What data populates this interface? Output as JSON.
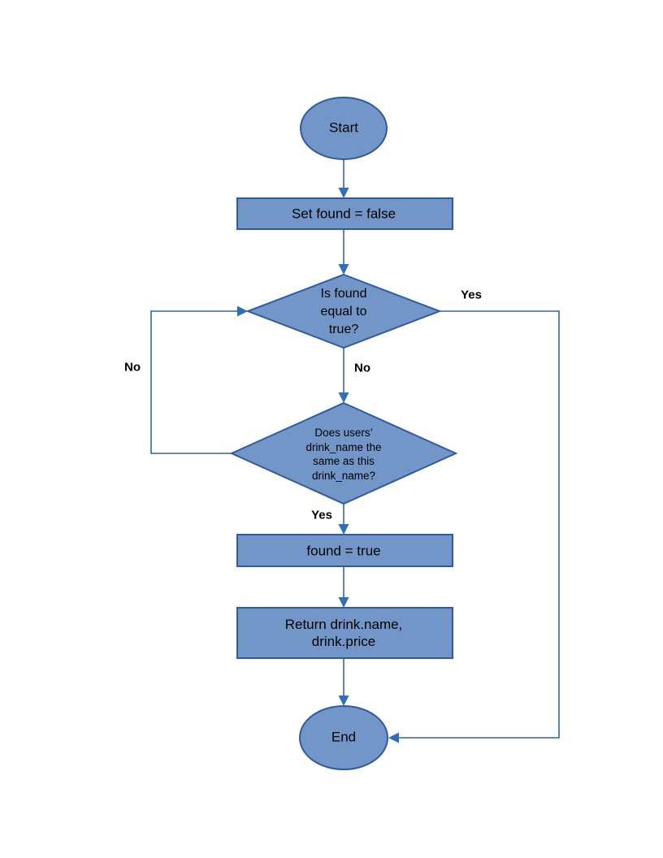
{
  "diagram": {
    "type": "flowchart",
    "colors": {
      "shape_fill": "#7396C9",
      "shape_stroke": "#2F5B9E",
      "line": "#3465A4",
      "arrow": "#2E6FB7",
      "text": "#000000",
      "background": "#FFFFFF"
    },
    "nodes": {
      "start": {
        "type": "terminator-ellipse",
        "label": "Start"
      },
      "set_found": {
        "type": "process-rectangle",
        "label": "Set found = false"
      },
      "is_found": {
        "type": "decision-diamond",
        "lines": [
          "Is found",
          "equal to",
          "true?"
        ]
      },
      "drink_match": {
        "type": "decision-diamond",
        "lines": [
          "Does users’",
          "drink_name the",
          "same as this",
          "drink_name?"
        ]
      },
      "found_true": {
        "type": "process-rectangle",
        "label": "found = true"
      },
      "return_drink": {
        "type": "process-rectangle",
        "lines": [
          "Return drink.name,",
          "drink.price"
        ]
      },
      "end": {
        "type": "terminator-ellipse",
        "label": "End"
      }
    },
    "edge_labels": {
      "yes_right": "Yes",
      "no_down": "No",
      "no_loop_left": "No",
      "yes_down": "Yes"
    }
  }
}
